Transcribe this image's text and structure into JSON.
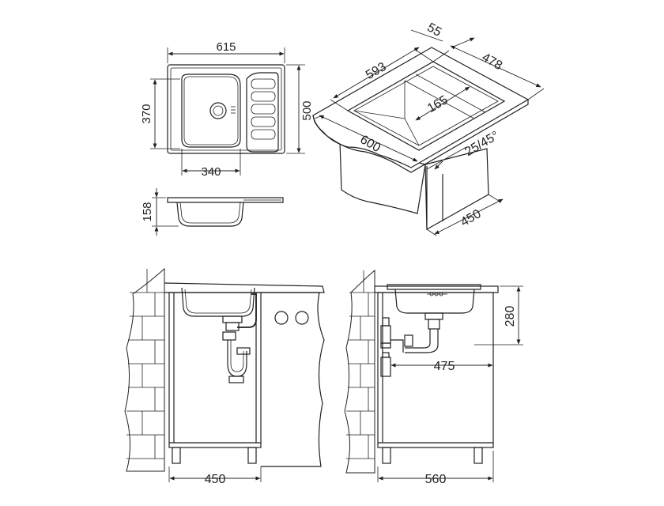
{
  "dimensions": {
    "top_width": "615",
    "top_height": "500",
    "bowl_depth_dim": "370",
    "bowl_width": "340",
    "sink_depth": "158",
    "iso_cut_width": "593",
    "iso_rim": "55",
    "iso_cut_depth": "478",
    "iso_offset": "165",
    "iso_cabinet": "600",
    "iso_angle": "25/45°",
    "iso_cabinet_depth": "450",
    "front_cabinet_width": "450",
    "side_height": "280",
    "side_offset": "475",
    "side_cabinet_depth": "560"
  },
  "colors": {
    "line": "#231f20",
    "background": "#ffffff"
  }
}
